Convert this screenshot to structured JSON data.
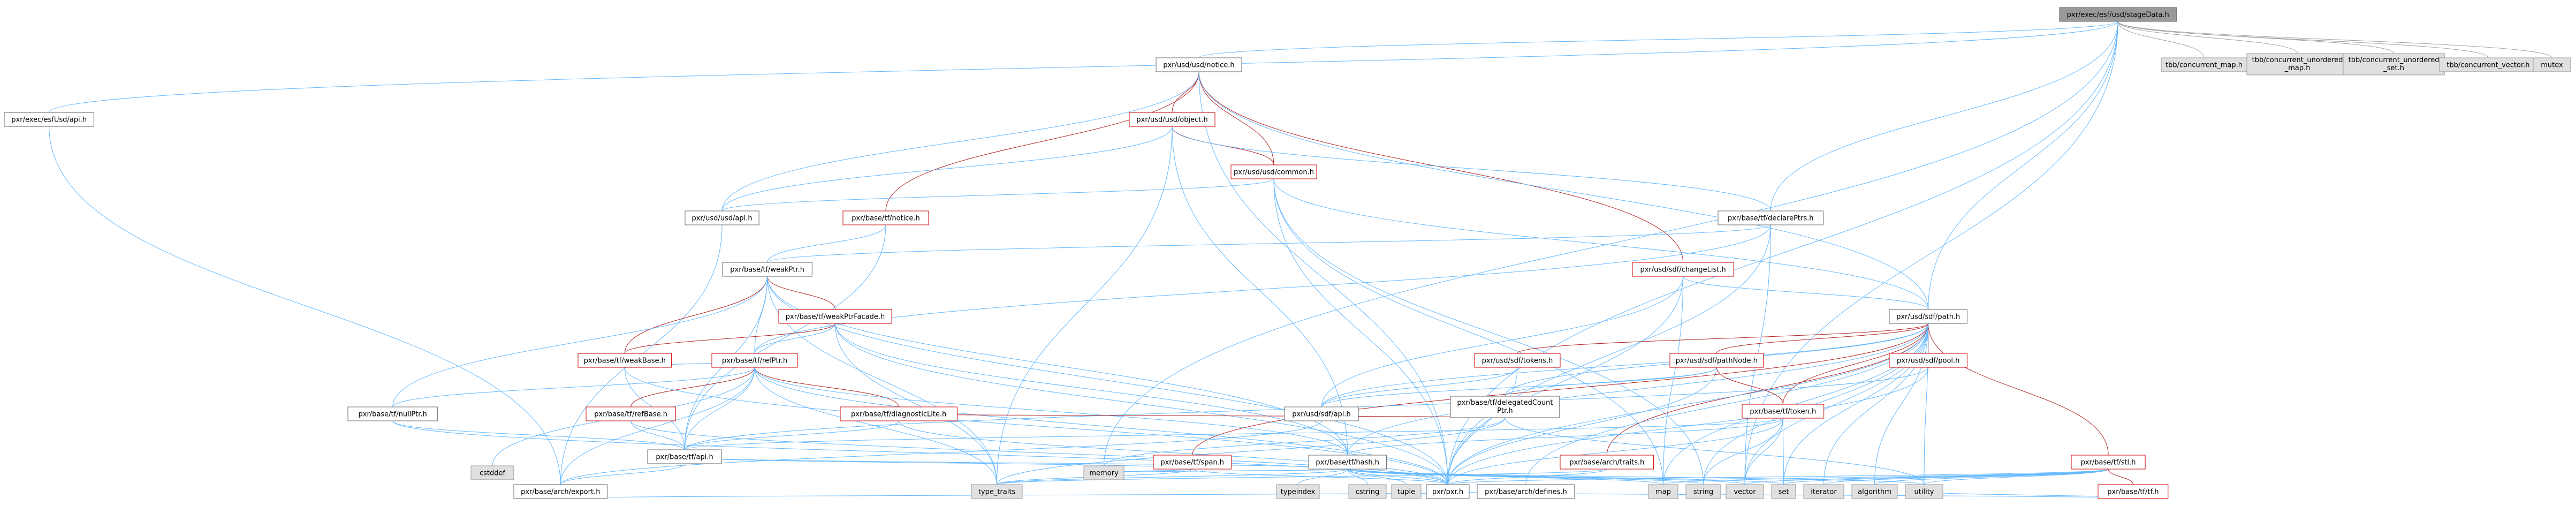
{
  "colors": {
    "root_fill": "#999999",
    "external_fill": "#e0e0e0",
    "internal_fill": "#ffffff",
    "truncated_border": "#cc0000"
  },
  "nodes": [
    {
      "id": "root",
      "label": "pxr/exec/esf/usd/stageData.h",
      "kind": "root"
    },
    {
      "id": "usdNotice",
      "label": "pxr/usd/usd/notice.h",
      "kind": "internal"
    },
    {
      "id": "esfUsdApi",
      "label": "pxr/exec/esfUsd/api.h",
      "kind": "internal"
    },
    {
      "id": "usdObject",
      "label": "pxr/usd/usd/object.h",
      "kind": "truncated"
    },
    {
      "id": "usdCommon",
      "label": "pxr/usd/usd/common.h",
      "kind": "truncated"
    },
    {
      "id": "usdApi",
      "label": "pxr/usd/usd/api.h",
      "kind": "internal"
    },
    {
      "id": "tfNotice",
      "label": "pxr/base/tf/notice.h",
      "kind": "truncated"
    },
    {
      "id": "declarePtrs",
      "label": "pxr/base/tf/declarePtrs.h",
      "kind": "internal"
    },
    {
      "id": "changeList",
      "label": "pxr/usd/sdf/changeList.h",
      "kind": "truncated"
    },
    {
      "id": "weakPtr",
      "label": "pxr/base/tf/weakPtr.h",
      "kind": "internal"
    },
    {
      "id": "weakPtrFacade",
      "label": "pxr/base/tf/weakPtrFacade.h",
      "kind": "truncated"
    },
    {
      "id": "weakBase",
      "label": "pxr/base/tf/weakBase.h",
      "kind": "truncated"
    },
    {
      "id": "refPtr",
      "label": "pxr/base/tf/refPtr.h",
      "kind": "truncated"
    },
    {
      "id": "nullPtr",
      "label": "pxr/base/tf/nullPtr.h",
      "kind": "internal"
    },
    {
      "id": "refBase",
      "label": "pxr/base/tf/refBase.h",
      "kind": "truncated"
    },
    {
      "id": "diagnosticLite",
      "label": "pxr/base/tf/diagnosticLite.h",
      "kind": "truncated"
    },
    {
      "id": "tfApi",
      "label": "pxr/base/tf/api.h",
      "kind": "internal"
    },
    {
      "id": "archExport",
      "label": "pxr/base/arch/export.h",
      "kind": "internal"
    },
    {
      "id": "archDefines",
      "label": "pxr/base/arch/defines.h",
      "kind": "internal"
    },
    {
      "id": "sdfPath",
      "label": "pxr/usd/sdf/path.h",
      "kind": "internal"
    },
    {
      "id": "sdfTokens",
      "label": "pxr/usd/sdf/tokens.h",
      "kind": "truncated"
    },
    {
      "id": "sdfApi",
      "label": "pxr/usd/sdf/api.h",
      "kind": "internal"
    },
    {
      "id": "sdfPathNode",
      "label": "pxr/usd/sdf/pathNode.h",
      "kind": "truncated"
    },
    {
      "id": "sdfPool",
      "label": "pxr/usd/sdf/pool.h",
      "kind": "truncated"
    },
    {
      "id": "delegatedCountPtr",
      "label": "pxr/base/tf/delegatedCount\nPtr.h",
      "kind": "internal"
    },
    {
      "id": "tfToken",
      "label": "pxr/base/tf/token.h",
      "kind": "truncated"
    },
    {
      "id": "tfSpan",
      "label": "pxr/base/tf/span.h",
      "kind": "truncated"
    },
    {
      "id": "tfHash",
      "label": "pxr/base/tf/hash.h",
      "kind": "internal"
    },
    {
      "id": "archTraits",
      "label": "pxr/base/arch/traits.h",
      "kind": "truncated"
    },
    {
      "id": "tfStl",
      "label": "pxr/base/tf/stl.h",
      "kind": "truncated"
    },
    {
      "id": "tfTf",
      "label": "pxr/base/tf/tf.h",
      "kind": "truncated"
    },
    {
      "id": "pxr",
      "label": "pxr/pxr.h",
      "kind": "internal"
    },
    {
      "id": "tbbMap",
      "label": "tbb/concurrent_map.h",
      "kind": "external"
    },
    {
      "id": "tbbUMap",
      "label": "tbb/concurrent_unordered\n_map.h",
      "kind": "external"
    },
    {
      "id": "tbbUSet",
      "label": "tbb/concurrent_unordered\n_set.h",
      "kind": "external"
    },
    {
      "id": "tbbVector",
      "label": "tbb/concurrent_vector.h",
      "kind": "external"
    },
    {
      "id": "mutex",
      "label": "mutex",
      "kind": "external"
    },
    {
      "id": "cstddef",
      "label": "cstddef",
      "kind": "external"
    },
    {
      "id": "memory",
      "label": "memory",
      "kind": "external"
    },
    {
      "id": "typeTraits",
      "label": "type_traits",
      "kind": "external"
    },
    {
      "id": "typeindex",
      "label": "typeindex",
      "kind": "external"
    },
    {
      "id": "cstring",
      "label": "cstring",
      "kind": "external"
    },
    {
      "id": "tuple",
      "label": "tuple",
      "kind": "external"
    },
    {
      "id": "map",
      "label": "map",
      "kind": "external"
    },
    {
      "id": "string",
      "label": "string",
      "kind": "external"
    },
    {
      "id": "vector",
      "label": "vector",
      "kind": "external"
    },
    {
      "id": "set",
      "label": "set",
      "kind": "external"
    },
    {
      "id": "iterator",
      "label": "iterator",
      "kind": "external"
    },
    {
      "id": "algorithm",
      "label": "algorithm",
      "kind": "external"
    },
    {
      "id": "utility",
      "label": "utility",
      "kind": "external"
    }
  ]
}
